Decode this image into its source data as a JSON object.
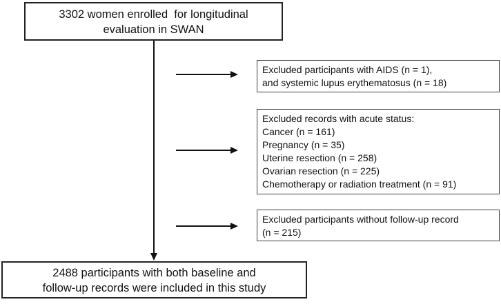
{
  "diagram": {
    "type": "flowchart",
    "colors": {
      "background": "#ffffff",
      "box_border": "#222222",
      "side_box_border": "#3a3a3a",
      "text": "#111111",
      "arrow": "#111111"
    },
    "start_box": {
      "lines": [
        "3302 women enrolled  for longitudinal",
        "evaluation in SWAN"
      ]
    },
    "exclusions": [
      {
        "lines": [
          "Excluded participants with AIDS (n = 1),",
          "and systemic lupus erythematosus (n = 18)"
        ]
      },
      {
        "lines": [
          "Excluded records with acute status:",
          "Cancer (n = 161)",
          "Pregnancy (n = 35)",
          "Uterine resection (n = 258)",
          "Ovarian resection (n = 225)",
          "Chemotherapy or radiation treatment (n = 91)"
        ]
      },
      {
        "lines": [
          "Excluded participants without follow-up record",
          "(n = 215)"
        ]
      }
    ],
    "end_box": {
      "lines": [
        "2488 participants with both baseline and",
        "follow-up records were included in this study"
      ]
    }
  }
}
